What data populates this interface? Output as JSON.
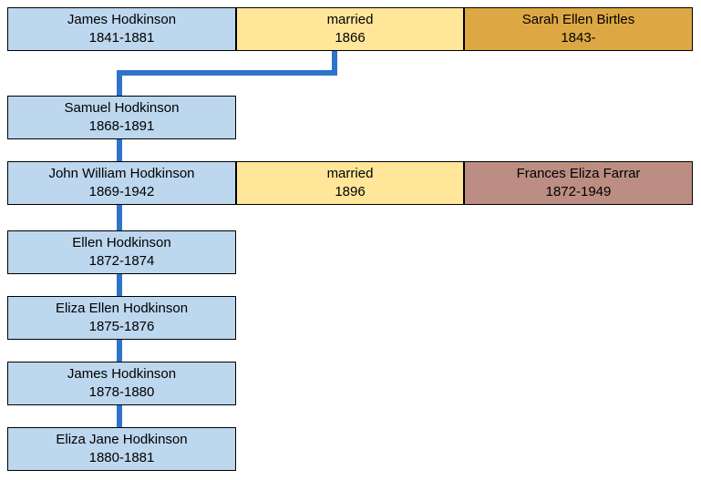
{
  "diagram": {
    "type": "family-tree",
    "colors": {
      "person_blue": "#BDD7EE",
      "marriage_yellow": "#FFE699",
      "spouse_gold": "#DDA843",
      "spouse_mauve": "#BC8D82",
      "connector_blue": "#2F74CB",
      "border": "#000000",
      "background": "#FFFFFF"
    },
    "boxes": [
      {
        "id": "james-hodkinson-1841",
        "name": "James Hodkinson",
        "dates": "1841-1881",
        "fill": "person_blue"
      },
      {
        "id": "marriage-1866",
        "name": "married",
        "dates": "1866",
        "fill": "marriage_yellow"
      },
      {
        "id": "sarah-ellen-birtles",
        "name": "Sarah Ellen Birtles",
        "dates": "1843-",
        "fill": "spouse_gold"
      },
      {
        "id": "samuel-hodkinson",
        "name": "Samuel Hodkinson",
        "dates": "1868-1891",
        "fill": "person_blue"
      },
      {
        "id": "john-william-hodkinson",
        "name": "John William Hodkinson",
        "dates": "1869-1942",
        "fill": "person_blue"
      },
      {
        "id": "marriage-1896",
        "name": "married",
        "dates": "1896",
        "fill": "marriage_yellow"
      },
      {
        "id": "frances-eliza-farrar",
        "name": "Frances Eliza Farrar",
        "dates": "1872-1949",
        "fill": "spouse_mauve"
      },
      {
        "id": "ellen-hodkinson",
        "name": "Ellen Hodkinson",
        "dates": "1872-1874",
        "fill": "person_blue"
      },
      {
        "id": "eliza-ellen-hodkinson",
        "name": "Eliza Ellen Hodkinson",
        "dates": "1875-1876",
        "fill": "person_blue"
      },
      {
        "id": "james-hodkinson-1878",
        "name": "James Hodkinson",
        "dates": "1878-1880",
        "fill": "person_blue"
      },
      {
        "id": "eliza-jane-hodkinson",
        "name": "Eliza Jane Hodkinson",
        "dates": "1880-1881",
        "fill": "person_blue"
      }
    ],
    "connections": [
      {
        "from": "marriage-1866",
        "to": "samuel-hodkinson",
        "style": "elbow"
      },
      {
        "from": "samuel-hodkinson",
        "to": "john-william-hodkinson",
        "style": "vertical"
      },
      {
        "from": "john-william-hodkinson",
        "to": "ellen-hodkinson",
        "style": "vertical"
      },
      {
        "from": "ellen-hodkinson",
        "to": "eliza-ellen-hodkinson",
        "style": "vertical"
      },
      {
        "from": "eliza-ellen-hodkinson",
        "to": "james-hodkinson-1878",
        "style": "vertical"
      },
      {
        "from": "james-hodkinson-1878",
        "to": "eliza-jane-hodkinson",
        "style": "vertical"
      }
    ]
  }
}
